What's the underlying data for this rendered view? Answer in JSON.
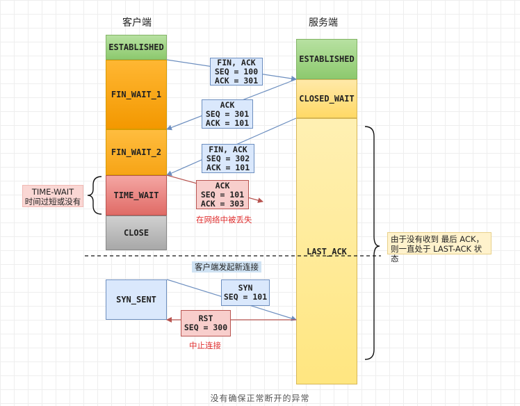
{
  "client": {
    "title": "客户端",
    "states": [
      "ESTABLISHED",
      "FIN_WAIT_1",
      "FIN_WAIT_2",
      "TIME_WAIT",
      "CLOSE"
    ],
    "syn_sent": "SYN_SENT"
  },
  "server": {
    "title": "服务端",
    "states": [
      "ESTABLISHED",
      "CLOSED_WAIT",
      "LAST_ACK"
    ]
  },
  "messages": {
    "fin1": [
      "FIN, ACK",
      "SEQ = 100",
      "ACK = 301"
    ],
    "ack1": [
      "ACK",
      "SEQ = 301",
      "ACK = 101"
    ],
    "fin2": [
      "FIN, ACK",
      "SEQ = 302",
      "ACK = 101"
    ],
    "ack_lost": [
      "ACK",
      "SEQ = 101",
      "ACK = 303"
    ],
    "syn": [
      "SYN",
      "SEQ = 101"
    ],
    "rst": [
      "RST",
      "SEQ = 300"
    ]
  },
  "notes": {
    "time_wait": [
      "TIME-WAIT",
      "时间过短或没有"
    ],
    "lost": "在网络中被丢失",
    "reconnect": "客户端发起新连接",
    "abort": "中止连接",
    "last_ack": [
      "由于没有收到 最后 ACK，",
      "则一直处于 LAST-ACK 状态"
    ]
  },
  "caption": "没有确保正常断开的异常",
  "colors": {
    "green": "#d5e8d4",
    "green_border": "#82b366",
    "orange": "#ffa500",
    "yellow": "#ffe699",
    "red": "#f8cecc",
    "red_border": "#b85450",
    "gray": "#bbbbbb",
    "blue": "#dae8fc",
    "blue_border": "#6c8ebf",
    "arrow_blue": "#6c8ebf",
    "arrow_red": "#b85450",
    "note_red_text": "#e03030"
  }
}
